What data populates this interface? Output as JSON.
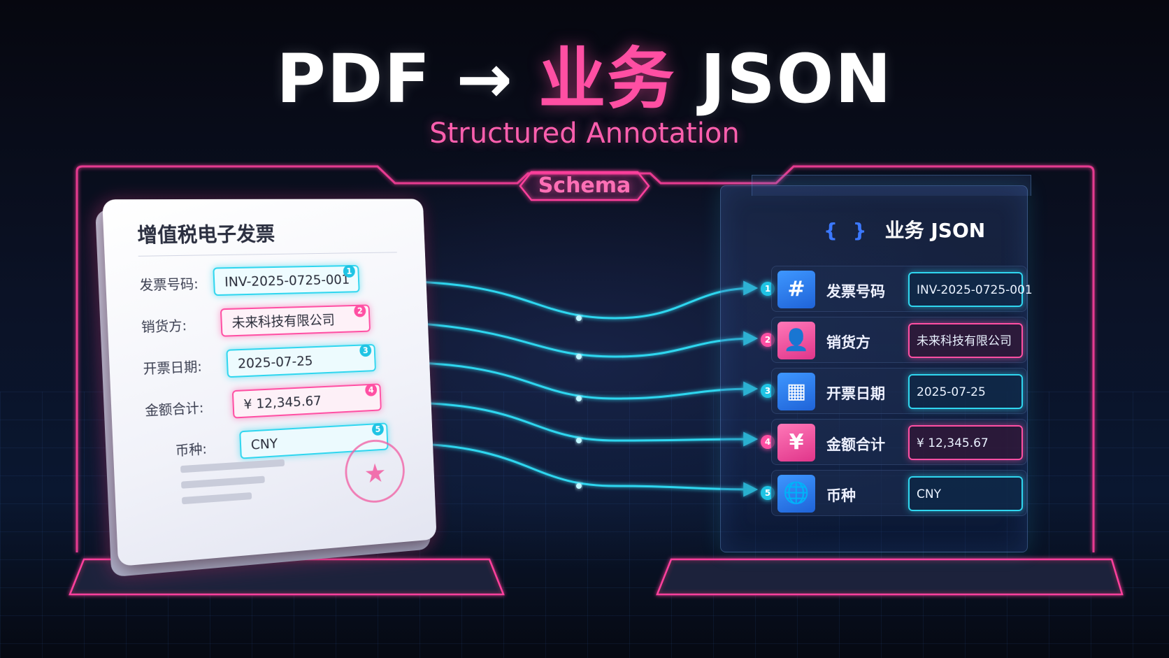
{
  "header": {
    "title_left": "PDF →",
    "title_highlight": "业务",
    "title_right": "JSON",
    "subtitle": "Structured Annotation"
  },
  "schema_label": "Schema",
  "document": {
    "title": "增值税电子发票",
    "fields": [
      {
        "num": "1",
        "label": "发票号码:",
        "value": "INV-2025-0725-001",
        "color": "cyan"
      },
      {
        "num": "2",
        "label": "销货方:",
        "value": "未来科技有限公司",
        "color": "pink"
      },
      {
        "num": "3",
        "label": "开票日期:",
        "value": "2025-07-25",
        "color": "cyan"
      },
      {
        "num": "4",
        "label": "金额合计:",
        "value": "¥ 12,345.67",
        "color": "pink"
      },
      {
        "num": "5",
        "label": "币种:",
        "value": "CNY",
        "color": "cyan"
      }
    ]
  },
  "json_panel": {
    "braces": "{ }",
    "title": "业务 JSON",
    "rows": [
      {
        "num": "1",
        "icon": "hash-icon",
        "icon_glyph": "#",
        "key": "发票号码",
        "value": "INV-2025-0725-001",
        "color": "cyan"
      },
      {
        "num": "2",
        "icon": "person-icon",
        "icon_glyph": "👤",
        "key": "销货方",
        "value": "未来科技有限公司",
        "color": "pink"
      },
      {
        "num": "3",
        "icon": "calendar-icon",
        "icon_glyph": "▦",
        "key": "开票日期",
        "value": "2025-07-25",
        "color": "cyan"
      },
      {
        "num": "4",
        "icon": "yen-icon",
        "icon_glyph": "¥",
        "key": "金额合计",
        "value": "¥ 12,345.67",
        "color": "pink"
      },
      {
        "num": "5",
        "icon": "globe-icon",
        "icon_glyph": "🌐",
        "key": "币种",
        "value": "CNY",
        "color": "cyan"
      }
    ]
  },
  "colors": {
    "accent_pink": "#ff4fa3",
    "accent_cyan": "#2fd6ef",
    "icon_blue": "#2f7dff"
  }
}
